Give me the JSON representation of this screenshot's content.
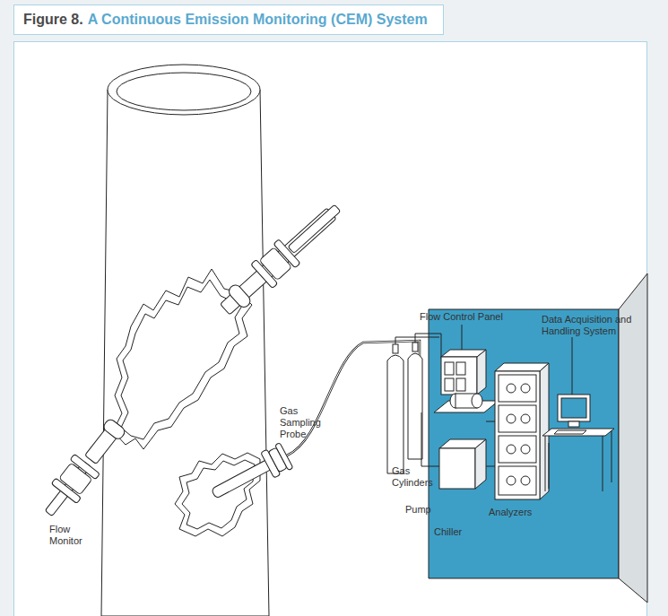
{
  "diagram": {
    "title": "A Continuous Emission Monitoring (CEM) System",
    "labels": [
      "Figure 8.",
      "Flow Control Panel",
      "Data Acquisition and Handling System",
      "Gas Sampling Probe",
      "Gas Cylinders",
      "Pump",
      "Analyzers",
      "Chiller",
      "Flow Monitor"
    ]
  }
}
